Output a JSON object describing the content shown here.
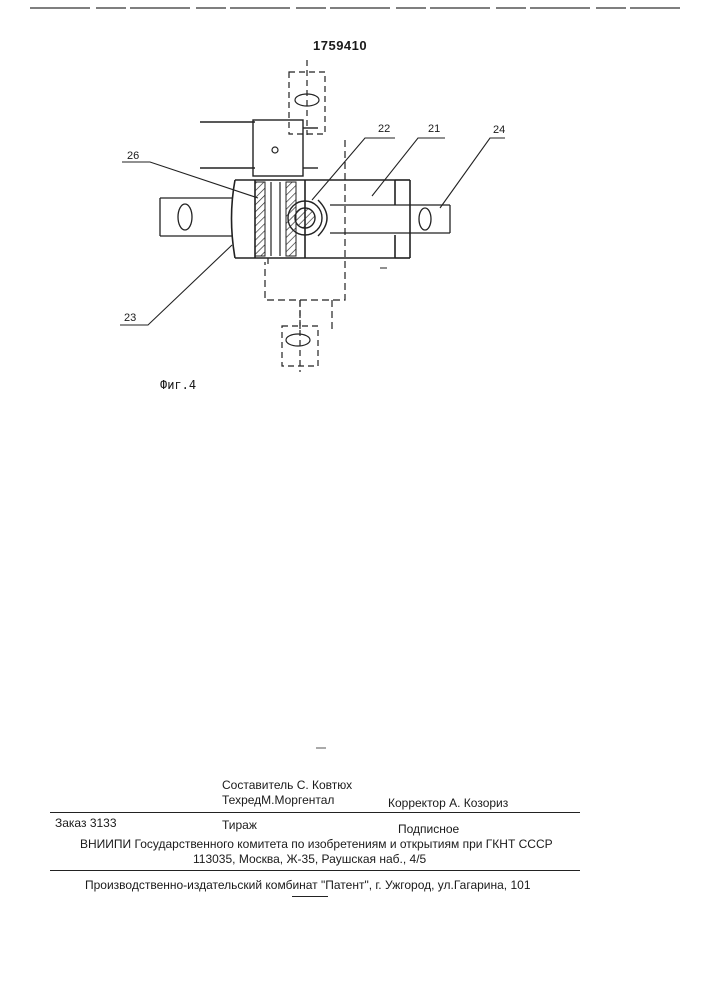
{
  "document_number": "1759410",
  "figure": {
    "caption": "Фиг.4",
    "callouts": [
      "22",
      "21",
      "24",
      "26",
      "23"
    ]
  },
  "imprint": {
    "compiler_label": "Составитель",
    "compiler_name": "С. Ковтюх",
    "techred_label": "Техред",
    "techred_name": "М.Моргентал",
    "corrector_label": "Корректор",
    "corrector_name": "А. Козориз",
    "order_label": "Заказ",
    "order_number": "3133",
    "circulation_label": "Тираж",
    "subscription_label": "Подписное",
    "institute_line": "ВНИИПИ Государственного комитета по изобретениям и открытиям при ГКНТ СССР",
    "address_line": "113035, Москва, Ж-35, Раушская наб., 4/5",
    "publisher_line": "Производственно-издательский комбинат \"Патент\", г. Ужгород, ул.Гагарина, 101"
  }
}
